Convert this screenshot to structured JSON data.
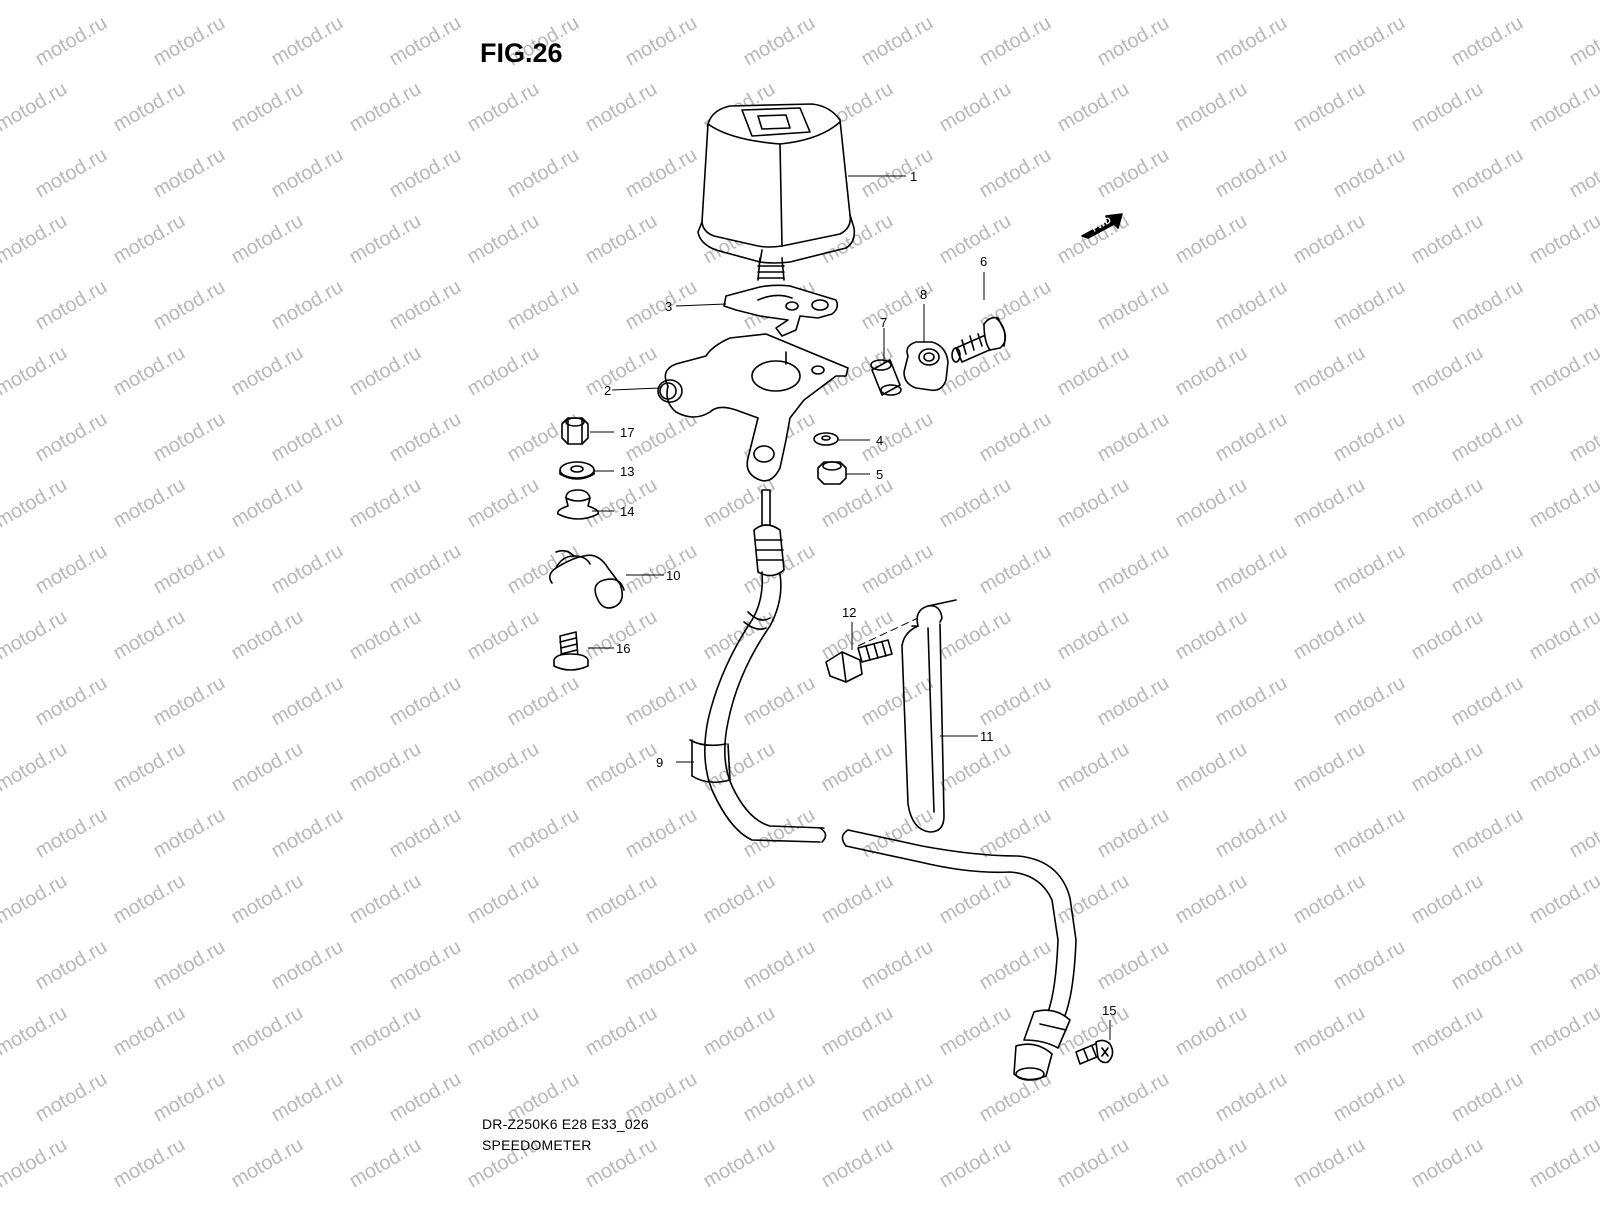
{
  "figure_title": "FIG.26",
  "watermark_text": "motod.ru",
  "direction_badge": "FWD",
  "footer": {
    "model_code": "DR-Z250K6 E28 E33_026",
    "section_name": "SPEEDOMETER"
  },
  "callouts": {
    "p1": "1",
    "p2": "2",
    "p3": "3",
    "p4": "4",
    "p5": "5",
    "p6": "6",
    "p7": "7",
    "p8": "8",
    "p9": "9",
    "p10": "10",
    "p11": "11",
    "p12": "12",
    "p13": "13",
    "p14": "14",
    "p15": "15",
    "p16": "16",
    "p17": "17"
  },
  "colors": {
    "line": "#000000",
    "watermark": "#b8b8b8",
    "background": "#ffffff"
  }
}
